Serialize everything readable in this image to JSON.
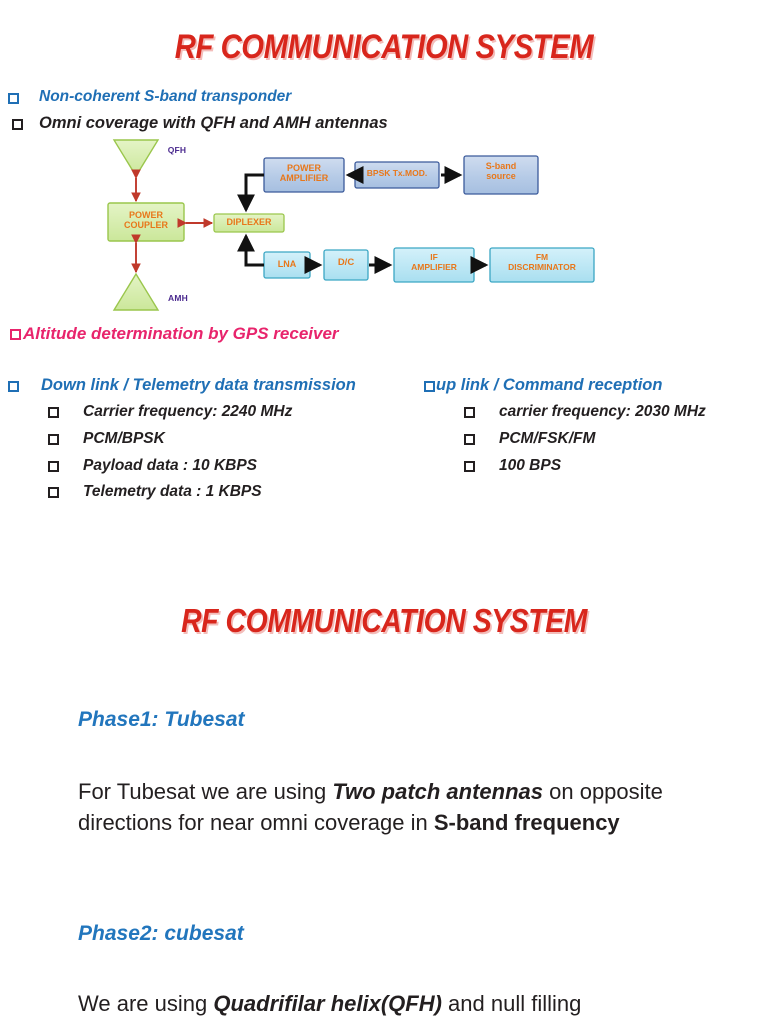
{
  "slide1": {
    "title": "RF COMMUNICATION SYSTEM",
    "bullets": [
      {
        "text": "Non-coherent S-band transponder",
        "color": "#1f6fb5"
      },
      {
        "text": "Omni coverage with QFH and AMH antennas",
        "color": "#231f20"
      }
    ],
    "altitude_bullet": {
      "text": "Altitude determination by GPS receiver",
      "color": "#e8246c"
    },
    "downlink": {
      "heading": "Down link / Telemetry data transmission",
      "items": [
        "Carrier frequency: 2240 MHz",
        "PCM/BPSK",
        "Payload data : 10 KBPS",
        "Telemetry data : 1 KBPS"
      ]
    },
    "uplink": {
      "heading": "up link / Command reception",
      "items": [
        "carrier frequency: 2030 MHz",
        "PCM/FSK/FM",
        "100 BPS"
      ]
    }
  },
  "diagram": {
    "antennas": [
      {
        "name": "QFH",
        "label": "QFH",
        "direction": "down"
      },
      {
        "name": "AMH",
        "label": "AMH",
        "direction": "up"
      }
    ],
    "green_blocks": [
      {
        "name": "power-coupler",
        "lines": [
          "POWER",
          "COUPLER"
        ]
      },
      {
        "name": "diplexer",
        "lines": [
          "DIPLEXER"
        ]
      }
    ],
    "tx_chain": [
      {
        "name": "power-amplifier",
        "lines": [
          "POWER",
          "AMPLIFIER"
        ],
        "style": "blue"
      },
      {
        "name": "bpsk-modulator",
        "lines": [
          "BPSK Tx.MOD."
        ],
        "style": "blue"
      },
      {
        "name": "s-band-source",
        "lines": [
          "S-band",
          "source"
        ],
        "style": "blue"
      }
    ],
    "rx_chain": [
      {
        "name": "lna",
        "lines": [
          "LNA"
        ],
        "style": "cyan"
      },
      {
        "name": "downconverter",
        "lines": [
          "D/C"
        ],
        "style": "cyan"
      },
      {
        "name": "if-amplifier",
        "lines": [
          "IF",
          "AMPLIFIER"
        ],
        "style": "cyan"
      },
      {
        "name": "fm-discriminator",
        "lines": [
          "FM",
          "DISCRIMINATOR"
        ],
        "style": "cyan"
      }
    ],
    "colors": {
      "green_fill": "#d5edaa",
      "green_stroke": "#9ac64c",
      "blue_fill": "#b8cde8",
      "blue_stroke": "#3b5a9b",
      "cyan_fill": "#b4e4f2",
      "cyan_stroke": "#3ba6c4",
      "label_orange": "#e8771a",
      "label_purple": "#4b2a8f",
      "arrow_red": "#c0392b",
      "arrow_black": "#111111"
    }
  },
  "slide2": {
    "title": "RF COMMUNICATION SYSTEM",
    "phase1": {
      "heading": "Phase1: Tubesat",
      "body_pre": "For Tubesat we are using ",
      "body_em": "Two patch antennas",
      "body_mid": " on opposite directions for near omni coverage in ",
      "body_bold": "S-band frequency"
    },
    "phase2": {
      "heading": "Phase2: cubesat",
      "body_pre": "We are using ",
      "body_em": "Quadrifilar helix(QFH)",
      "body_post": " and null filling"
    }
  }
}
